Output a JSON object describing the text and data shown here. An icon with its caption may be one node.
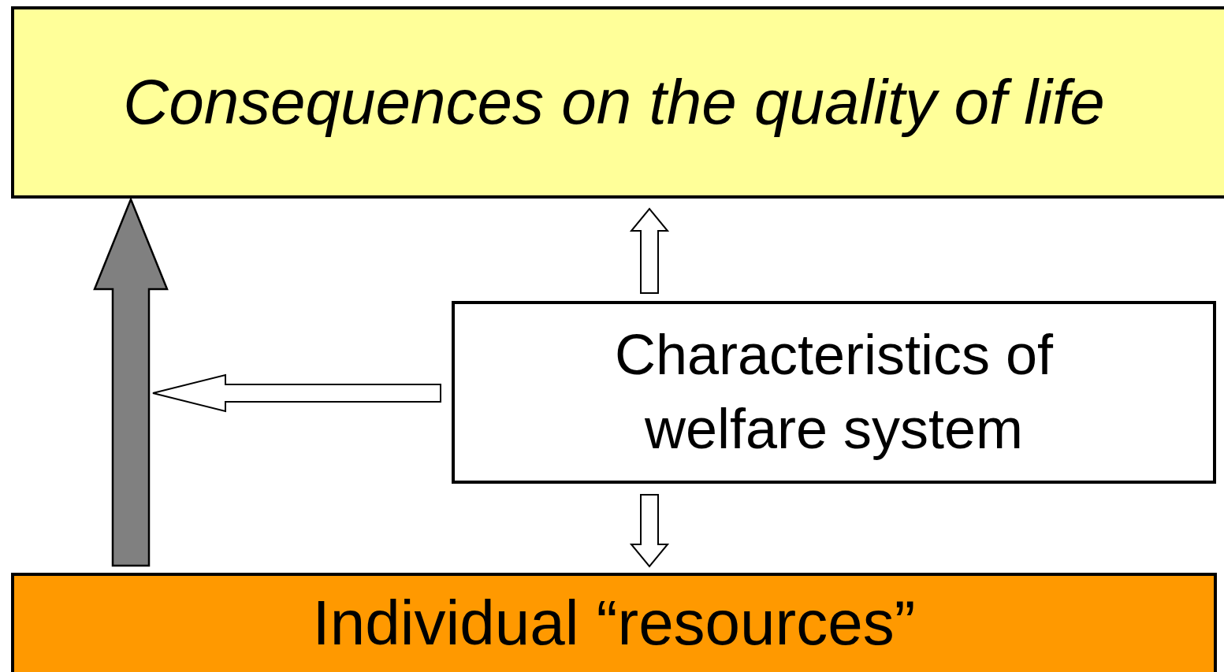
{
  "diagram": {
    "nodes": [
      {
        "text": [
          "Consequences on the quality of life"
        ]
      },
      {
        "text": [
          "Characteristics of welfare system"
        ]
      },
      {
        "text": [
          "Individual “resources”"
        ]
      }
    ],
    "edges": [
      {
        "from": 2,
        "to": 0,
        "arrow": "to",
        "style": "thick",
        "color": "#808080"
      },
      {
        "from": 1,
        "to": 0,
        "arrow": "to"
      },
      {
        "from": 1,
        "to": 2,
        "arrow": "to"
      },
      {
        "from": 1,
        "to": null,
        "arrow": "to"
      }
    ]
  }
}
